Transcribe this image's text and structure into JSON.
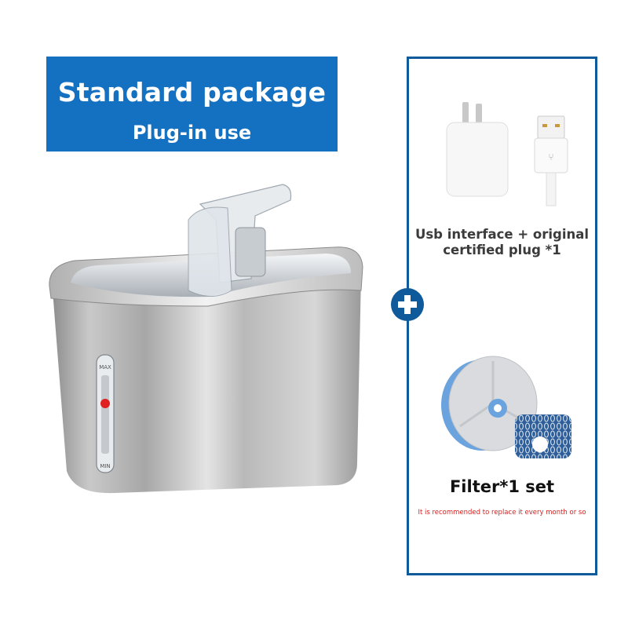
{
  "banner": {
    "title": "Standard package",
    "subtitle": "Plug-in use",
    "color": "#1470c0"
  },
  "main_product": {
    "icon": "stainless-steel-pet-water-fountain",
    "gauge_labels": {
      "max": "MAX",
      "min": "MIN"
    },
    "indicator_color": "#e02020"
  },
  "separator": {
    "icon": "plus-icon",
    "color": "#0f5a9a"
  },
  "accessories_panel": {
    "border_color": "#0f5a9a",
    "items": [
      {
        "icon": "usb-charger-plug-and-cable",
        "label_line1": "Usb interface + original",
        "label_line2": "certified plug *1"
      },
      {
        "icon": "filter-cartridge-set",
        "label": "Filter*1 set",
        "note": "It is recommended to replace it every month or so",
        "note_color": "#d42020"
      }
    ]
  }
}
